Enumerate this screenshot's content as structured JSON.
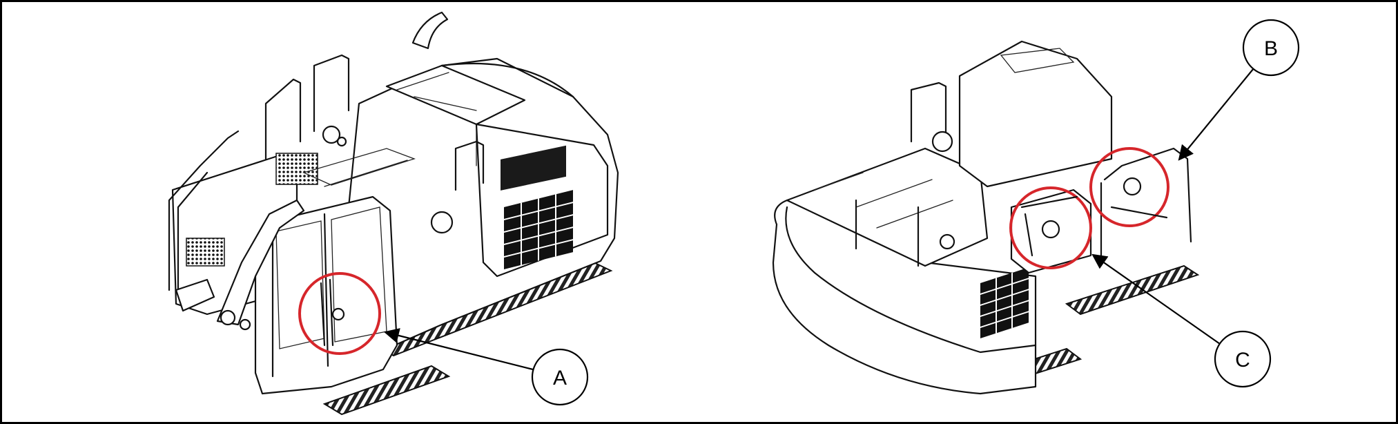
{
  "callouts": [
    {
      "label": "A"
    },
    {
      "label": "B"
    },
    {
      "label": "C"
    }
  ],
  "colors": {
    "highlight": "#d6262b",
    "line": "#111111",
    "background": "#ffffff"
  }
}
